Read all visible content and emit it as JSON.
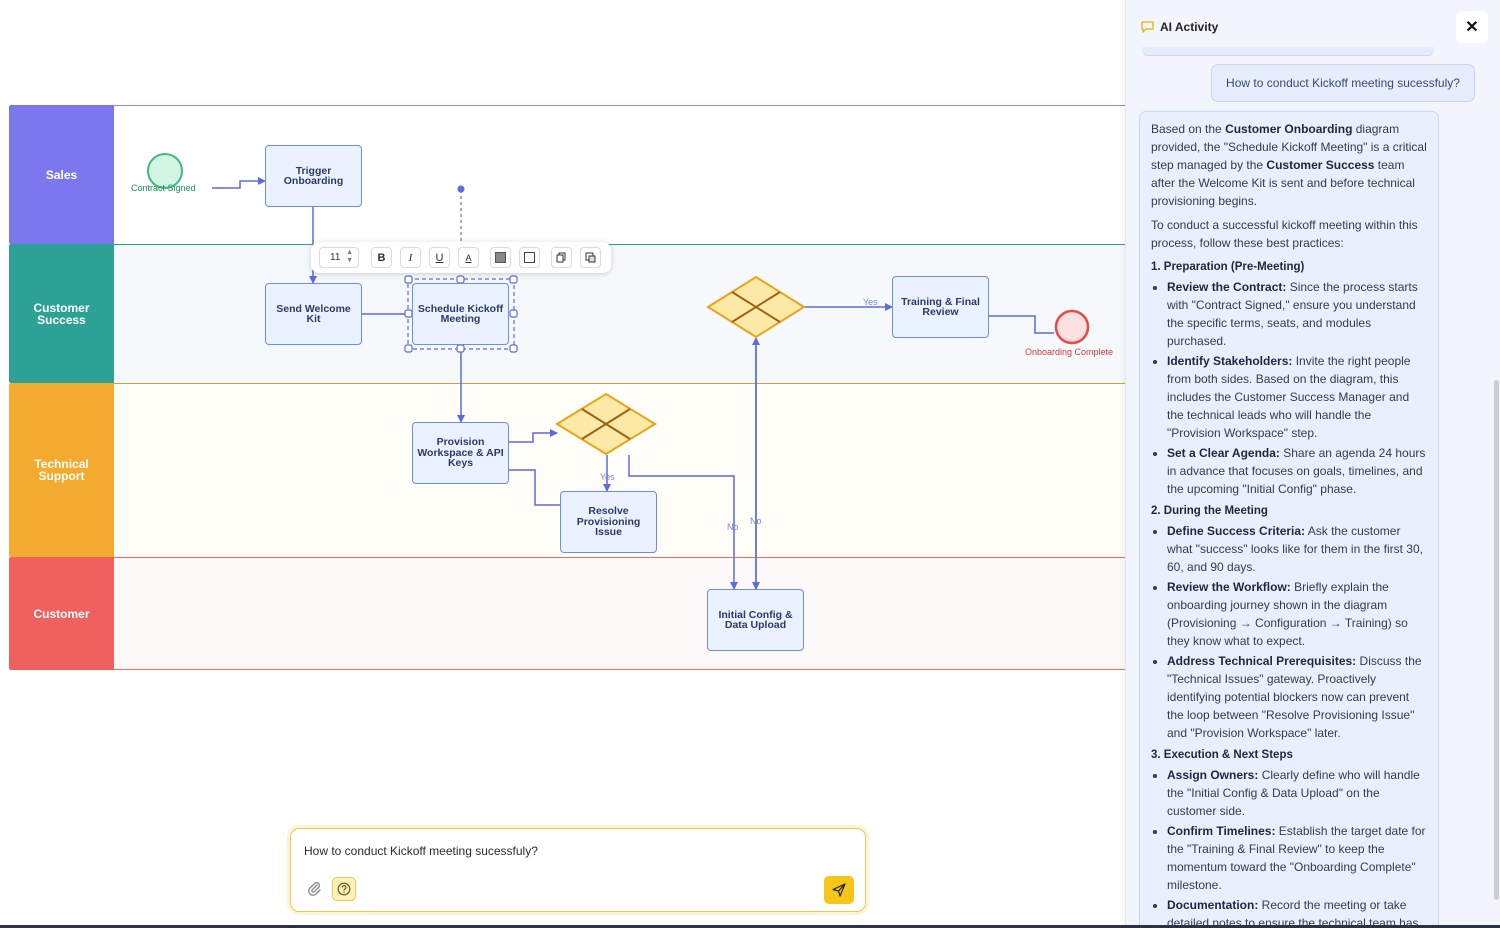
{
  "diagram": {
    "lanes": [
      {
        "name": "Sales",
        "color": "#7b78ef",
        "body_color": "#ffffff",
        "line_color": "#8d8af0"
      },
      {
        "name": "Customer Success",
        "color": "#2ea196",
        "body_color": "#f5f9fb",
        "line_color": "#3a8fc5"
      },
      {
        "name": "Technical Support",
        "color": "#f4a92f",
        "body_color": "#fffdf8",
        "line_color": "#c7a43e"
      },
      {
        "name": "Customer",
        "color": "#f0605e",
        "body_color": "#fdf9f8",
        "line_color": "#ee6f5a"
      }
    ],
    "nodes": {
      "trigger_onboarding": "Trigger Onboarding",
      "send_welcome_kit": "Send Welcome Kit",
      "schedule_kickoff": "Schedule Kickoff Meeting",
      "provision_workspace": "Provision Workspace & API Keys",
      "resolve_provisioning": "Resolve Provisioning Issue",
      "training_review": "Training & Final Review",
      "initial_config": "Initial Config & Data Upload"
    },
    "events": {
      "start": "Contract Signed",
      "end": "Onboarding Complete"
    },
    "edge_labels": {
      "yes_training": "Yes",
      "yes_resolve": "Yes",
      "no_left": "No",
      "no_right": "No"
    },
    "colors": {
      "accent": "#6366f1",
      "edge": "#5d6ae0",
      "gateway_fill": "#fde9a6",
      "gateway_stroke": "#e9a21a",
      "start_fill": "#d5f5e4",
      "start_stroke": "#3cbc7a",
      "end_fill": "#fbe0e0",
      "end_stroke": "#e84a4a"
    }
  },
  "toolbar": {
    "font_size": "11",
    "bold_label": "B",
    "italic_label": "I",
    "underline_label": "U",
    "color_label": "A",
    "icons": [
      "fill-icon",
      "border-icon",
      "copy-icon",
      "duplicate-icon"
    ]
  },
  "chat_input": {
    "value": "How to conduct Kickoff meeting sucessfuly?",
    "icons": [
      "paperclip-icon",
      "help-icon",
      "send-icon"
    ],
    "send_color": "#f5c518"
  },
  "panel": {
    "title": "AI Activity",
    "close_label": "✕",
    "user_message": "How to conduct Kickoff meeting sucessfuly?",
    "answer": {
      "intro": {
        "t1": "Based on the ",
        "b1": "Customer Onboarding",
        "t2": " diagram provided, the \"Schedule Kickoff Meeting\" is a critical step managed by the ",
        "b2": "Customer Success",
        "t3": " team after the Welcome Kit is sent and before technical provisioning begins."
      },
      "lead": "To conduct a successful kickoff meeting within this process, follow these best practices:",
      "sections": [
        {
          "heading": "1. Preparation (Pre-Meeting)",
          "items": [
            {
              "bold": "Review the Contract:",
              "text": " Since the process starts with \"Contract Signed,\" ensure you understand the specific terms, seats, and modules purchased."
            },
            {
              "bold": "Identify Stakeholders:",
              "text": " Invite the right people from both sides. Based on the diagram, this includes the Customer Success Manager and the technical leads who will handle the \"Provision Workspace\" step."
            },
            {
              "bold": "Set a Clear Agenda:",
              "text": " Share an agenda 24 hours in advance that focuses on goals, timelines, and the upcoming \"Initial Config\" phase."
            }
          ]
        },
        {
          "heading": "2. During the Meeting",
          "items": [
            {
              "bold": "Define Success Criteria:",
              "text": " Ask the customer what \"success\" looks like for them in the first 30, 60, and 90 days."
            },
            {
              "bold": "Review the Workflow:",
              "text": " Briefly explain the onboarding journey shown in the diagram (Provisioning → Configuration → Training) so they know what to expect."
            },
            {
              "bold": "Address Technical Prerequisites:",
              "text": " Discuss the \"Technical Issues\" gateway. Proactively identifying potential blockers now can prevent the loop between \"Resolve Provisioning Issue\" and \"Provision Workspace\" later."
            }
          ]
        },
        {
          "heading": "3. Execution & Next Steps",
          "items": [
            {
              "bold": "Assign Owners:",
              "text": " Clearly define who will handle the \"Initial Config & Data Upload\" on the customer side."
            },
            {
              "bold": "Confirm Timelines:",
              "text": " Establish the target date for the \"Training & Final Review\" to keep the momentum toward the \"Onboarding Complete\" milestone."
            },
            {
              "bold": "Documentation:",
              "text": " Record the meeting or take detailed notes to ensure the technical team has"
            }
          ]
        }
      ]
    }
  }
}
